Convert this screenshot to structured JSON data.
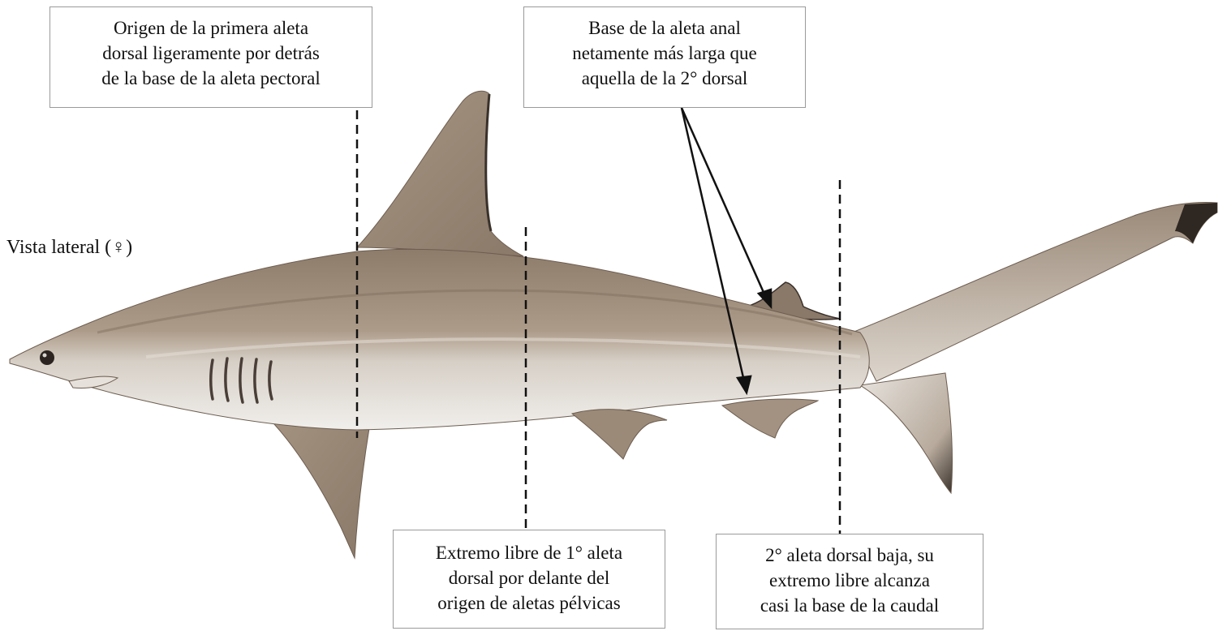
{
  "view_label": "Vista lateral (♀)",
  "callouts": {
    "first_dorsal_origin": [
      "Origen de la primera aleta",
      "dorsal ligeramente por detrás",
      "de la base de la aleta pectoral"
    ],
    "anal_fin_base": [
      "Base de la aleta anal",
      "netamente más larga que",
      "aquella de la 2° dorsal"
    ],
    "first_dorsal_free_tip": [
      "Extremo libre de 1° aleta",
      "dorsal por delante del",
      "origen de aletas pélvicas"
    ],
    "second_dorsal": [
      "2° aleta dorsal baja, su",
      "extremo libre alcanza",
      "casi la base de la caudal"
    ]
  },
  "colors": {
    "body_dark": "#8f7d6c",
    "body_mid": "#b3a291",
    "belly": "#eceae6",
    "fin_edge": "#2c2622",
    "box_border": "#9a9a9a"
  }
}
